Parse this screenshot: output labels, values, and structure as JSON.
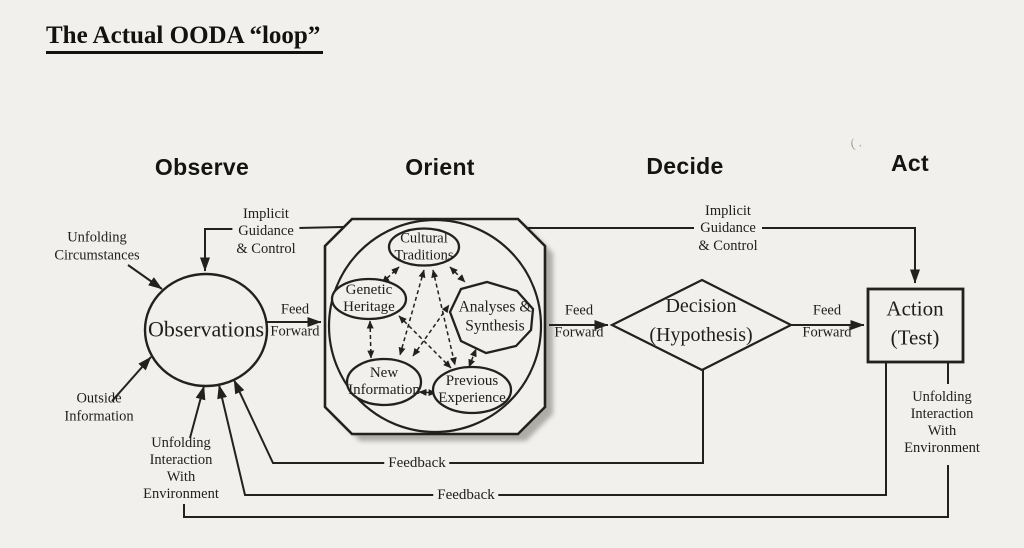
{
  "title": "The Actual OODA “loop”",
  "columns": [
    {
      "label": "Observe"
    },
    {
      "label": "Orient"
    },
    {
      "label": "Decide"
    },
    {
      "label": "Act"
    }
  ],
  "nodes": {
    "observations": "Observations",
    "cultural_traditions": "Cultural\nTraditions",
    "genetic_heritage": "Genetic\nHeritage",
    "analyses_synthesis": "Analyses &\nSynthesis",
    "new_information": "New\nInformation",
    "previous_experience": "Previous\nExperience",
    "decision": "Decision\n(Hypothesis)",
    "action": "Action\n(Test)"
  },
  "labels": {
    "unfolding_circumstances": "Unfolding\nCircumstances",
    "outside_information": "Outside\nInformation",
    "implicit_guidance_left": "Implicit\nGuidance\n& Control",
    "implicit_guidance_right": "Implicit\nGuidance\n& Control",
    "feed_forward_1": "Feed\nForward",
    "feed_forward_2": "Feed\nForward",
    "feed_forward_3": "Feed\nForward",
    "feedback_1": "Feedback",
    "feedback_2": "Feedback",
    "unfolding_interaction_left": "Unfolding\nInteraction\nWith\nEnvironment",
    "unfolding_interaction_right": "Unfolding\nInteraction\nWith\nEnvironment",
    "scan_mark": "( ."
  },
  "colors": {
    "paper": "#f1f0ec",
    "ink": "#23211e",
    "shadow": "#aeaca7"
  }
}
